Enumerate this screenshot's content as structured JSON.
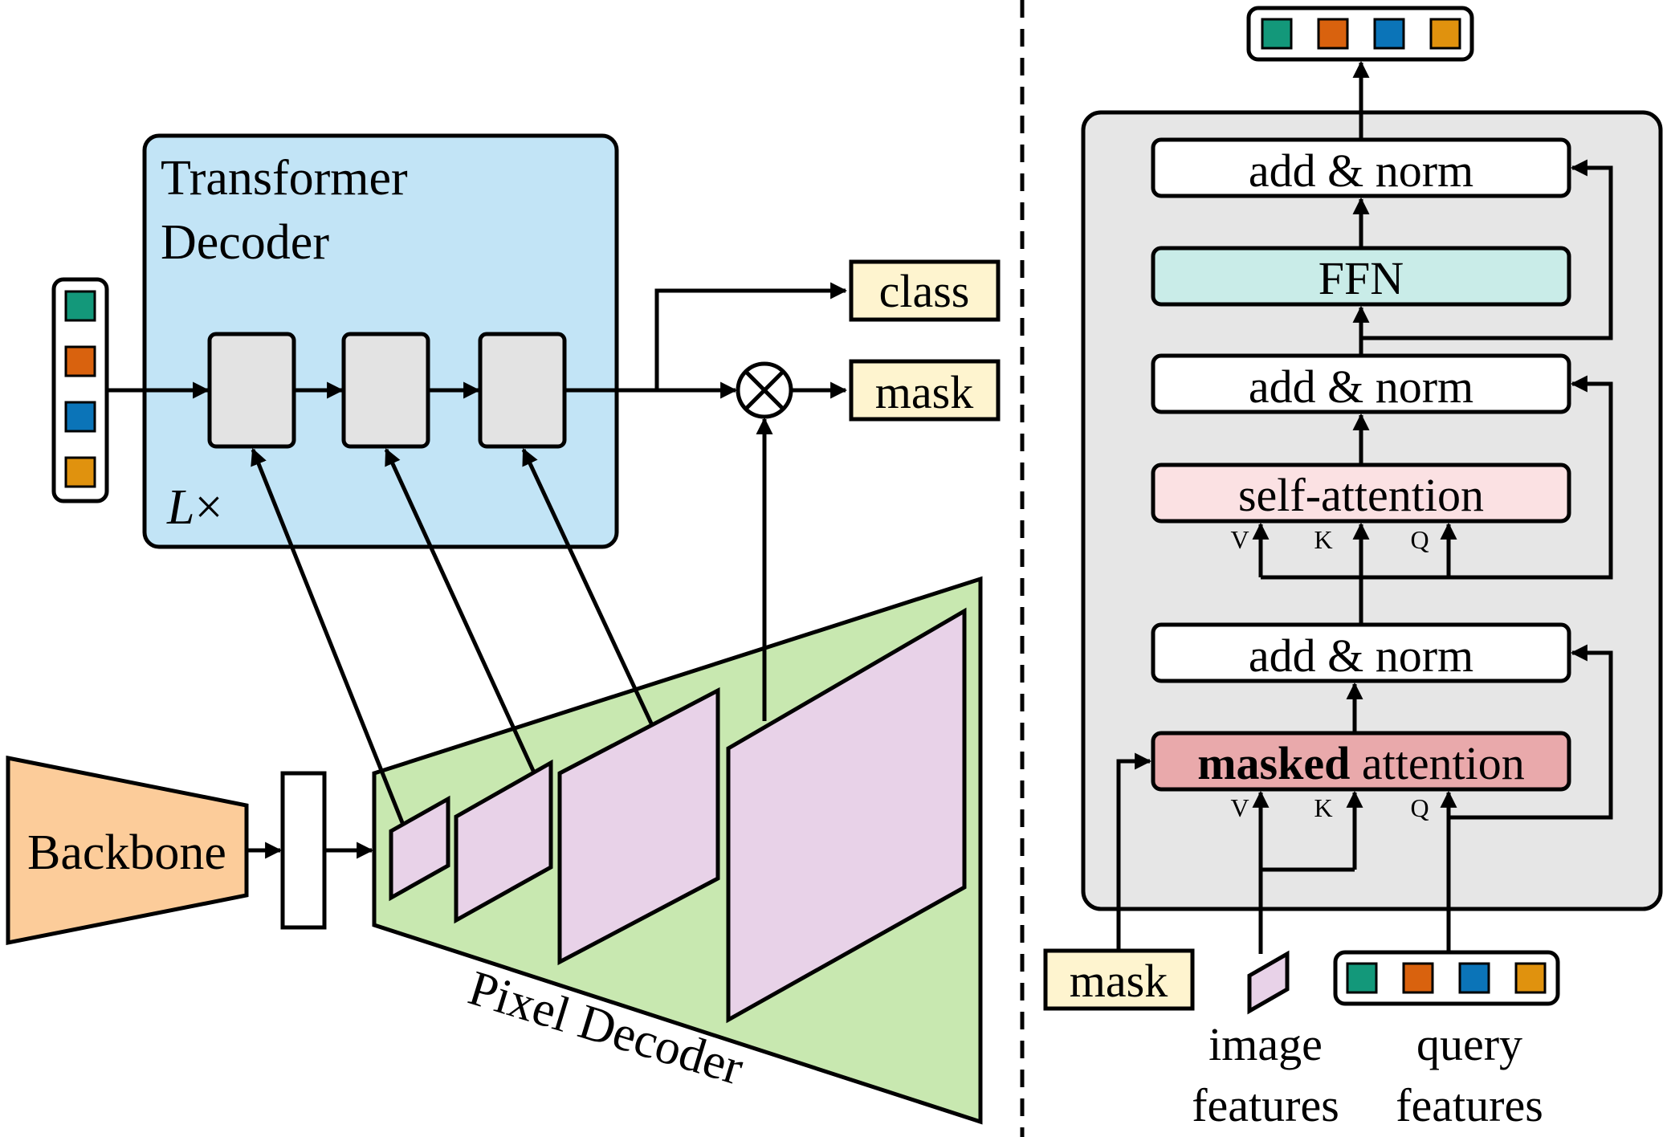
{
  "colors": {
    "query_green": "#13987A",
    "query_orange": "#D9620E",
    "query_blue": "#0B74B8",
    "query_gold": "#E0920E",
    "transformer_bg": "#C2E4F6",
    "block_gray": "#E3E3E3",
    "output_box": "#FEF4CF",
    "backbone": "#FCCC9A",
    "pixel_decoder": "#C8E8B0",
    "feature_map": "#E8D2E8",
    "right_panel": "#E6E6E6",
    "ffn": "#C9ECE8",
    "self_attention": "#FBE1E3",
    "masked_attention": "#E9A9AB"
  },
  "left": {
    "transformer_title_line1": "Transformer",
    "transformer_title_line2": "Decoder",
    "repeat_symbol": "L",
    "repeat_times": "×",
    "class_label": "class",
    "mask_label": "mask",
    "backbone_label": "Backbone",
    "pixel_decoder_label": "Pixel Decoder"
  },
  "right": {
    "add_norm_top": "add & norm",
    "ffn": "FFN",
    "add_norm_mid": "add & norm",
    "self_attention": "self-attention",
    "add_norm_bottom": "add & norm",
    "masked_bold": "masked",
    "masked_rest": " attention",
    "sa_v": "V",
    "sa_k": "K",
    "sa_q": "Q",
    "ma_v": "V",
    "ma_k": "K",
    "ma_q": "Q",
    "mask_input": "mask",
    "image_features_line1": "image",
    "image_features_line2": "features",
    "query_features_line1": "query",
    "query_features_line2": "features"
  }
}
